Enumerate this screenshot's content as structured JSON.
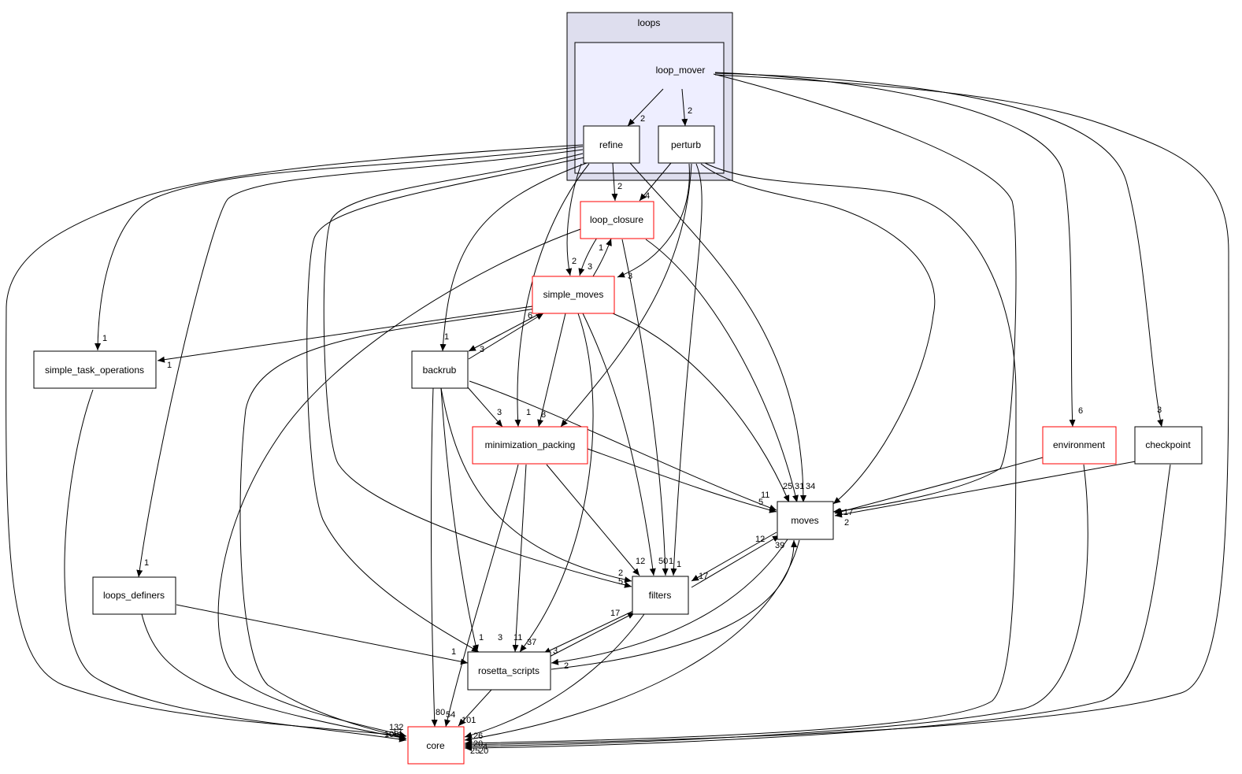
{
  "clusters": {
    "outer": {
      "label": "loops"
    },
    "inner": {
      "label": "loop_mover"
    }
  },
  "nodes": {
    "refine": {
      "label": "refine"
    },
    "perturb": {
      "label": "perturb"
    },
    "loop_closure": {
      "label": "loop_closure"
    },
    "simple_moves": {
      "label": "simple_moves"
    },
    "simple_task_operations": {
      "label": "simple_task_operations"
    },
    "backrub": {
      "label": "backrub"
    },
    "minimization_packing": {
      "label": "minimization_packing"
    },
    "environment": {
      "label": "environment"
    },
    "checkpoint": {
      "label": "checkpoint"
    },
    "moves": {
      "label": "moves"
    },
    "filters": {
      "label": "filters"
    },
    "loops_definers": {
      "label": "loops_definers"
    },
    "rosetta_scripts": {
      "label": "rosetta_scripts"
    },
    "core": {
      "label": "core"
    }
  },
  "edge_labels": [
    "2",
    "2",
    "2",
    "4",
    "1",
    "3",
    "2",
    "3",
    "6",
    "3",
    "1",
    "1",
    "1",
    "3",
    "1",
    "8",
    "6",
    "3",
    "11",
    "5",
    "25",
    "31",
    "34",
    "17",
    "2",
    "12",
    "39",
    "12",
    "50",
    "1",
    "2",
    "5",
    "17",
    "17",
    "3",
    "2",
    "1",
    "3",
    "11",
    "37",
    "1",
    "132",
    "108",
    "1",
    "12",
    "80",
    "54",
    "101",
    "26",
    "20",
    "25",
    "20",
    "4",
    "1"
  ]
}
